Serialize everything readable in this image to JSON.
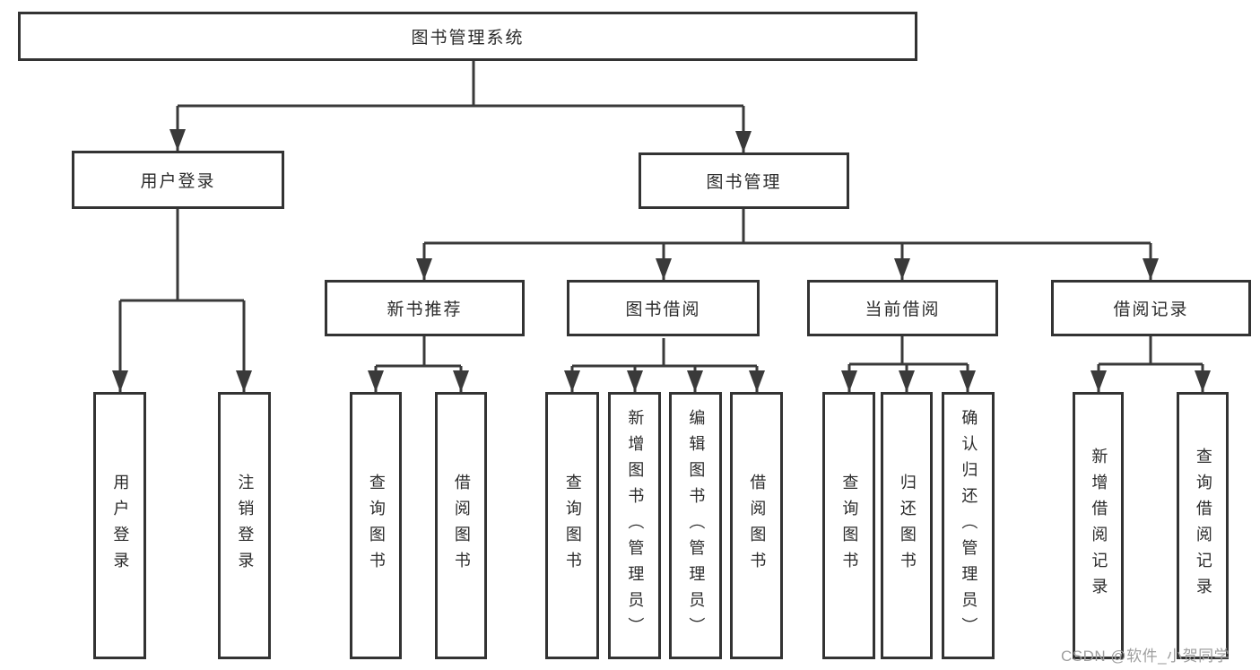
{
  "diagram": {
    "type": "hierarchy-tree",
    "title": "图书管理系统",
    "colors": {
      "line": "#3a3a3a",
      "box_border": "#333333",
      "text": "#2b2b2b",
      "background": "#ffffff",
      "watermark": "#9e9e9e"
    },
    "nodes": {
      "root": {
        "label": "图书管理系统"
      },
      "level2": [
        {
          "label": "用户登录"
        },
        {
          "label": "图书管理"
        }
      ],
      "level3": [
        {
          "label": "新书推荐"
        },
        {
          "label": "图书借阅"
        },
        {
          "label": "当前借阅"
        },
        {
          "label": "借阅记录"
        }
      ],
      "level4": {
        "user_login": [
          "用户登录",
          "注销登录"
        ],
        "new_book_recommend": [
          "查询图书",
          "借阅图书"
        ],
        "book_borrow": [
          "查询图书",
          "新增图书（管理员）",
          "编辑图书（管理员）",
          "借阅图书"
        ],
        "current_borrow": [
          "查询图书",
          "归还图书",
          "确认归还（管理员）"
        ],
        "borrow_records": [
          "新增借阅记录",
          "查询借阅记录"
        ]
      }
    },
    "watermark": "CSDN @软件_小贺同学"
  }
}
